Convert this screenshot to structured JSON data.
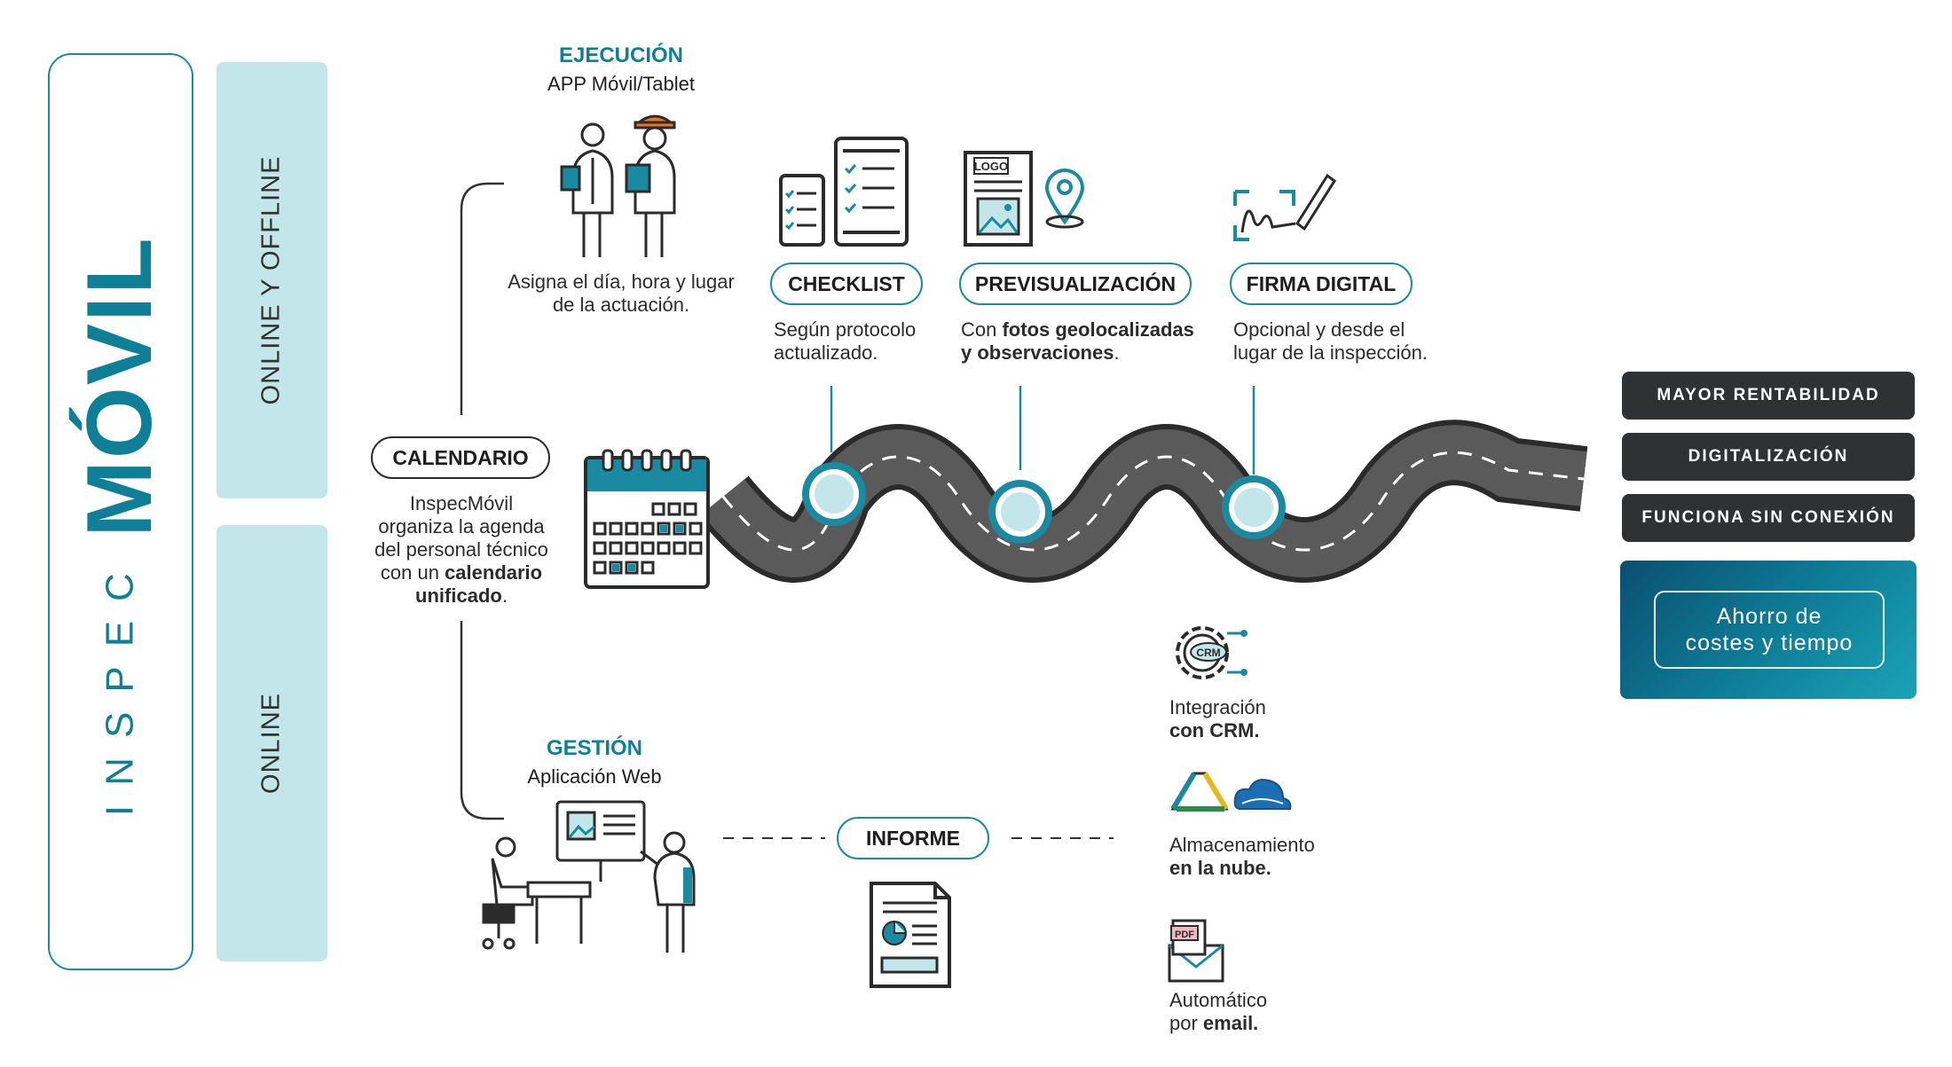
{
  "brand": {
    "prefix": "INSPEC",
    "name": "MÓVIL",
    "color": "#0f7f98"
  },
  "sidebar": {
    "band_top": "ONLINE Y OFFLINE",
    "band_bottom": "ONLINE"
  },
  "ejecucion": {
    "title": "EJECUCIÓN",
    "subtitle": "APP Móvil/Tablet",
    "desc_line1": "Asigna el día, hora y lugar",
    "desc_line2": "de la actuación."
  },
  "features": [
    {
      "label": "CHECKLIST",
      "desc_line1": "Según protocolo",
      "desc_line2": "actualizado."
    },
    {
      "label": "PREVISUALIZACIÓN",
      "desc_pre": "Con ",
      "desc_bold1": "fotos geolocalizadas",
      "desc_bold2": "y observaciones",
      "desc_post": "."
    },
    {
      "label": "FIRMA DIGITAL",
      "desc_line1": "Opcional y desde el",
      "desc_line2": "lugar de la inspección."
    }
  ],
  "logo_label": "LOGO",
  "calendario": {
    "label": "CALENDARIO",
    "line1": "InspecMóvil",
    "line2": "organiza la agenda",
    "line3": "del personal técnico",
    "line4_pre": "con un ",
    "line4_bold": "calendario",
    "line5_bold": "unificado",
    "line5_post": "."
  },
  "gestion": {
    "title": "GESTIÓN",
    "subtitle": "Aplicación Web"
  },
  "informe": {
    "label": "INFORME"
  },
  "integrations": [
    {
      "icon": "crm-gear-icon",
      "badge": "CRM",
      "line1": "Integración",
      "line2_bold": "con CRM."
    },
    {
      "icon": "cloud-storage-icon",
      "line1": "Almacenamiento",
      "line2_bold": "en la nube."
    },
    {
      "icon": "pdf-email-icon",
      "badge": "PDF",
      "line1": "Automático",
      "line2_pre": "por ",
      "line2_bold": "email."
    }
  ],
  "benefits": [
    "MAYOR RENTABILIDAD",
    "DIGITALIZACIÓN",
    "FUNCIONA SIN CONEXIÓN"
  ],
  "highlight": {
    "line1": "Ahorro de",
    "line2": "costes y tiempo"
  },
  "colors": {
    "teal": "#0f7f98",
    "light_teal": "#c2e6e9",
    "dark": "#2f3133",
    "road": "#585858"
  }
}
